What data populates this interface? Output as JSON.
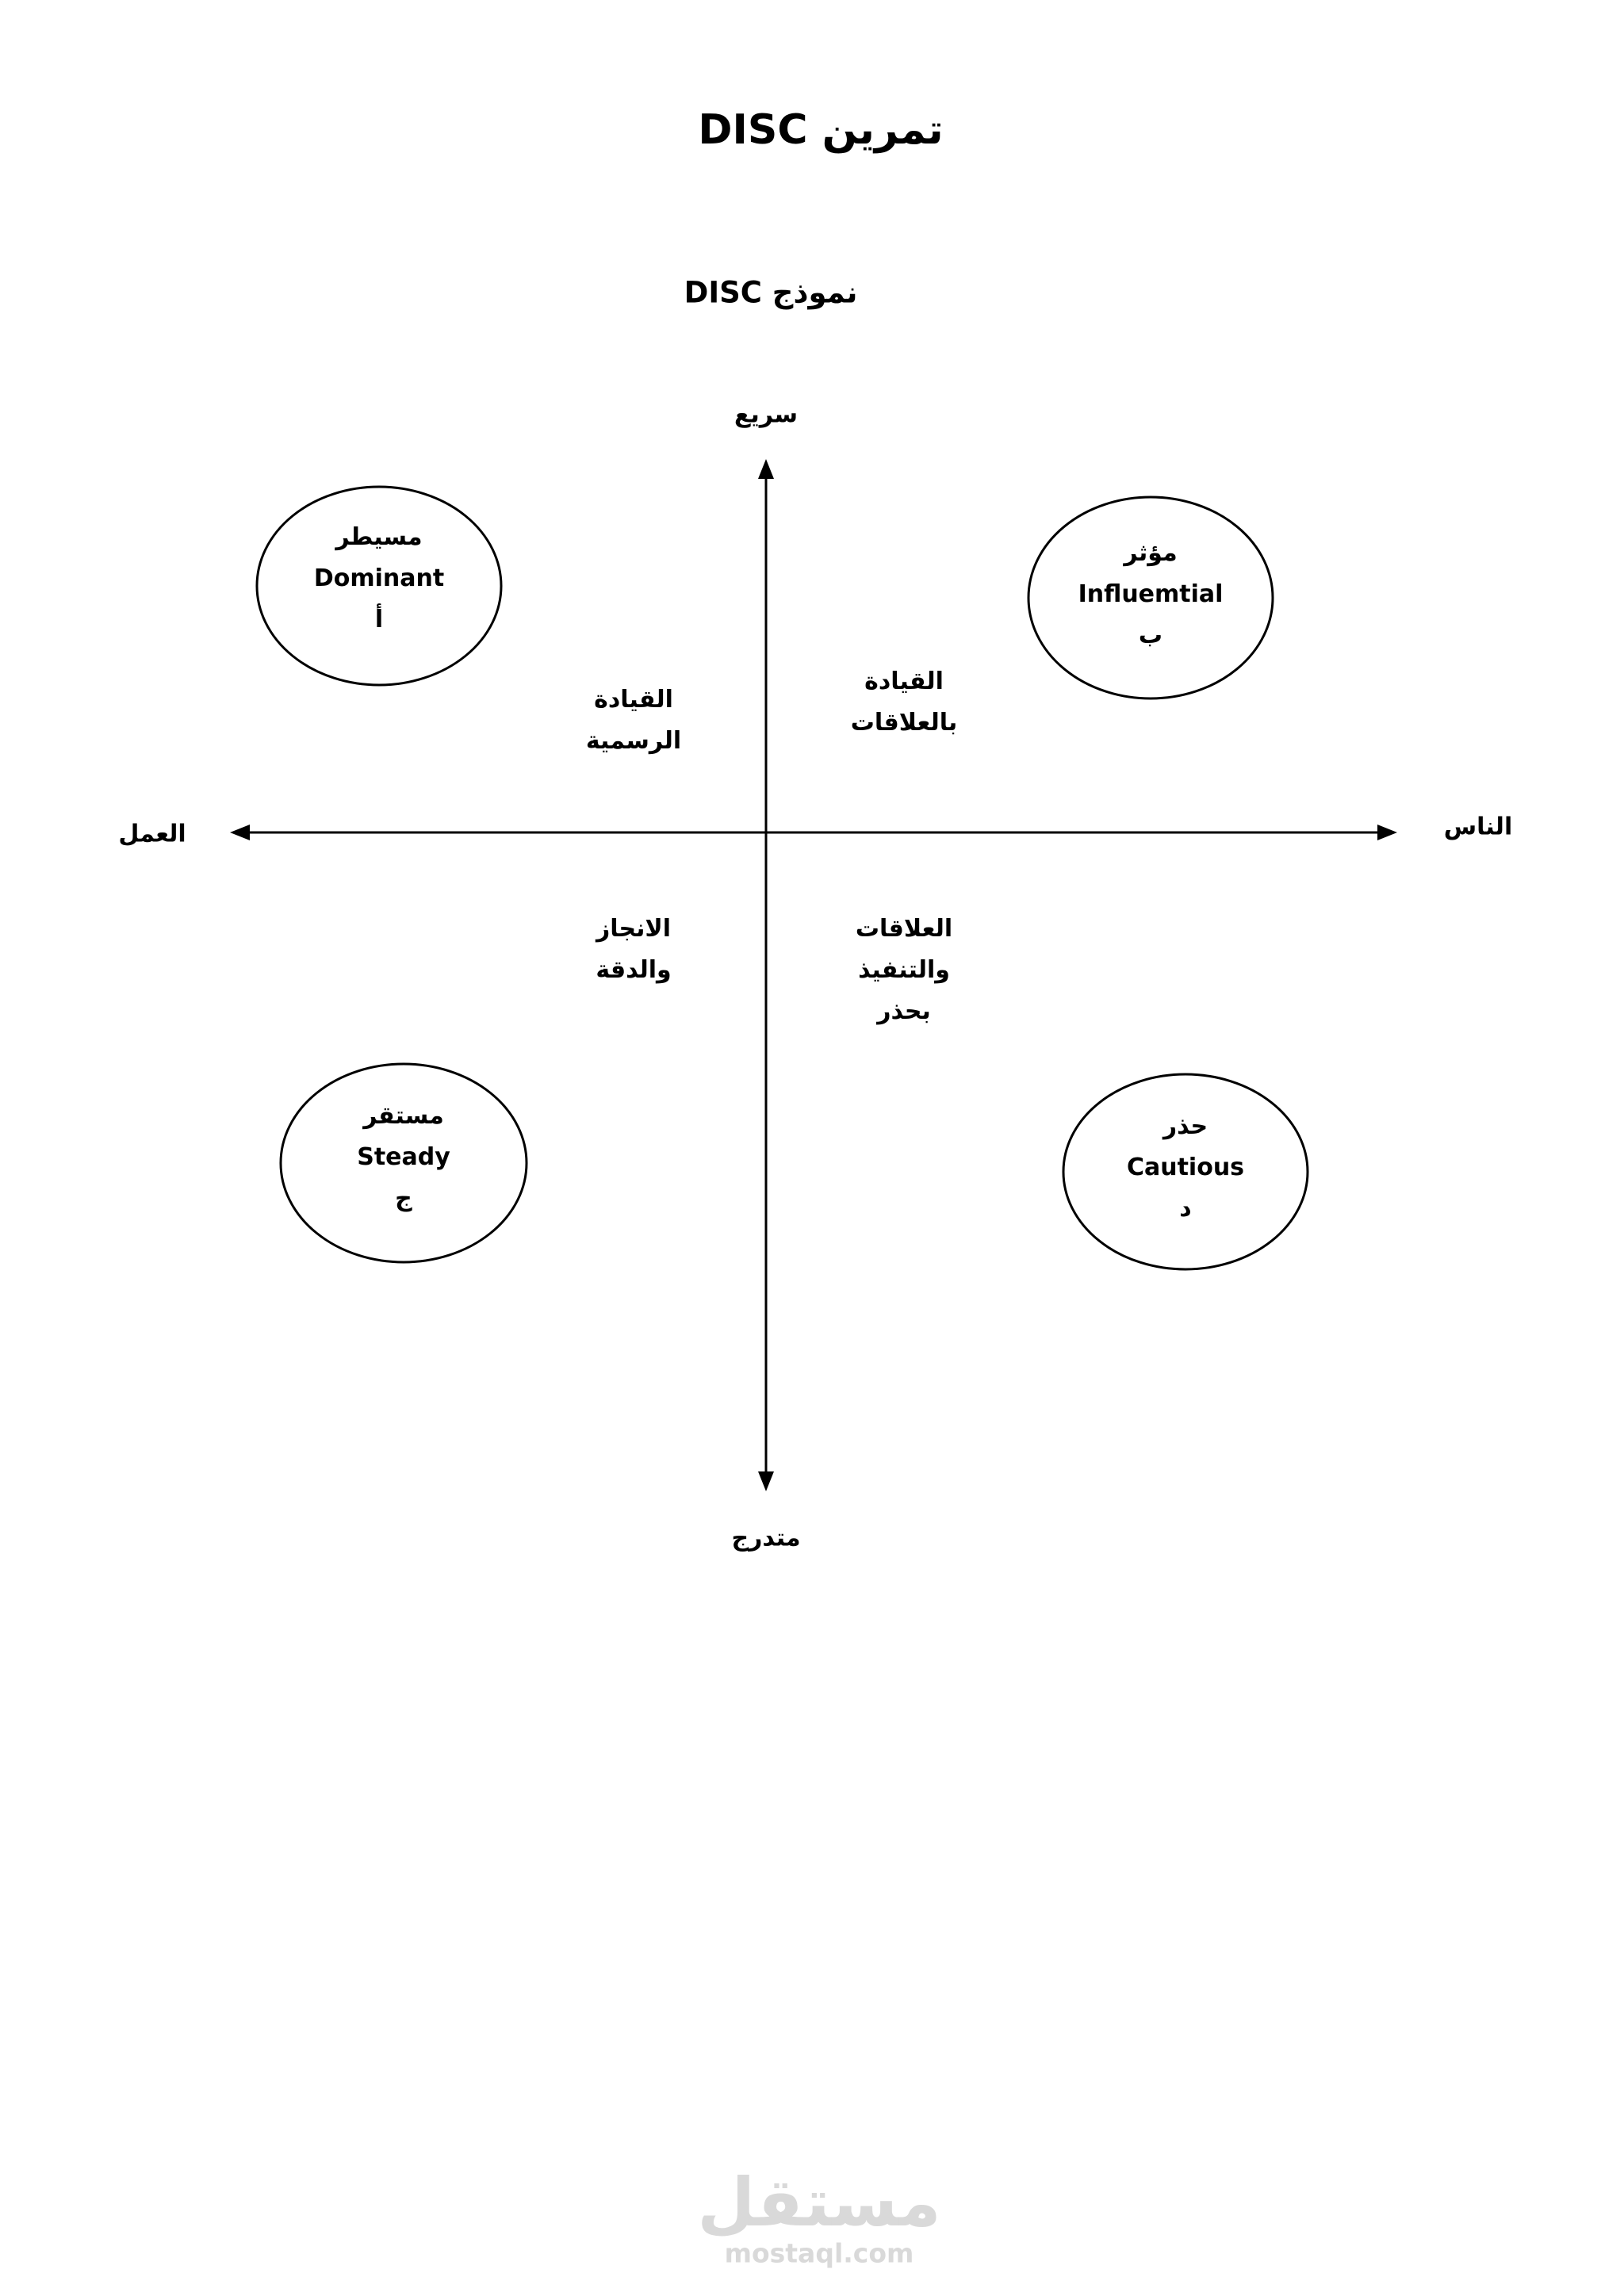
{
  "title": "تمرين DISC",
  "subtitle": "نموذج DISC",
  "axes": {
    "top": "سريع",
    "bottom": "متدرج",
    "left": "العمل",
    "right": "الناس"
  },
  "types": [
    {
      "ar": "مسيطر",
      "en": "Dominant",
      "letter": "أ"
    },
    {
      "ar": "مؤثر",
      "en": "Influemtial",
      "letter": "ب"
    },
    {
      "ar": "مستقر",
      "en": "Steady",
      "letter": "ج"
    },
    {
      "ar": "حذر",
      "en": "Cautious",
      "letter": "د"
    }
  ],
  "quadrants": [
    {
      "lines": [
        "القيادة",
        "الرسمية"
      ]
    },
    {
      "lines": [
        "القيادة",
        "بالعلاقات"
      ]
    },
    {
      "lines": [
        "الانجاز",
        "والدقة"
      ]
    },
    {
      "lines": [
        "العلاقات",
        "والتنفيذ",
        "بحذر"
      ]
    }
  ],
  "watermark": {
    "logo_text": "مستقل",
    "url": "mostaql.com"
  },
  "colors": {
    "ink": "#000000",
    "watermark": "#d9d9d9",
    "paper": "#ffffff"
  }
}
